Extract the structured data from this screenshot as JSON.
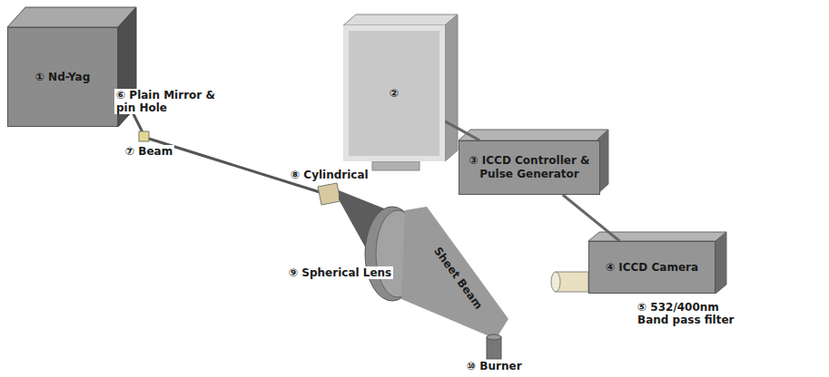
{
  "diagram": {
    "nodes": [
      {
        "text": [
          "① Nd-Yag"
        ]
      },
      {
        "text": [
          "②"
        ]
      },
      {
        "text": [
          "③ ICCD Controller & Pulse Generator"
        ]
      },
      {
        "text": [
          "④ ICCD Camera"
        ]
      }
    ],
    "edges": [
      {
        "from": 1,
        "to": 2,
        "arrow": "none"
      },
      {
        "from": 2,
        "to": 3,
        "arrow": "none"
      }
    ],
    "labels": [
      "⑥ Plain Mirror & pin Hole",
      "⑦ Beam",
      "⑧ Cylindrical",
      "⑨ Spherical Lens",
      "Sheet Beam",
      "⑩ Burner",
      "⑤ 532/400nm Band pass filter"
    ]
  }
}
